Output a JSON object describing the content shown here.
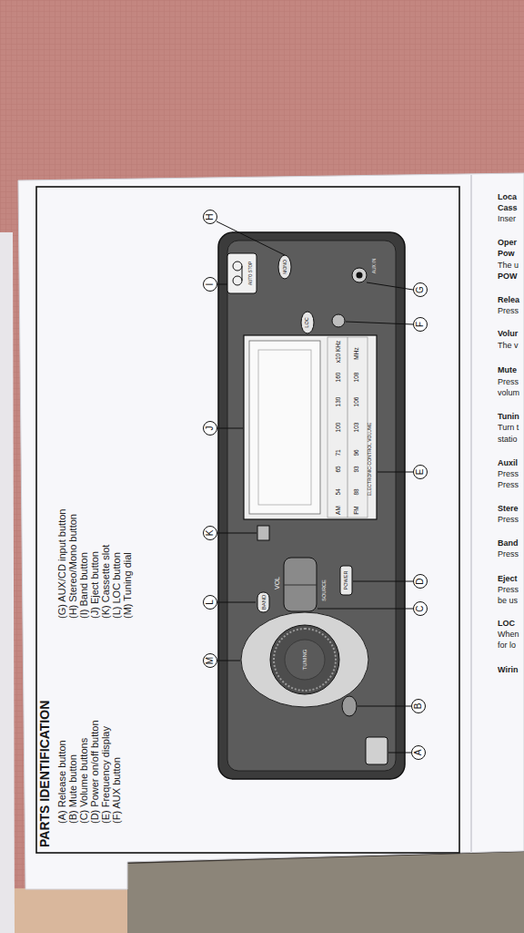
{
  "diagram": {
    "title": "PARTS IDENTIFICATION",
    "nodes": [
      {
        "text": [
          "A"
        ]
      },
      {
        "text": [
          "B"
        ]
      },
      {
        "text": [
          "C"
        ]
      },
      {
        "text": [
          "D"
        ]
      },
      {
        "text": [
          "E"
        ]
      },
      {
        "text": [
          "F"
        ]
      },
      {
        "text": [
          "G"
        ]
      },
      {
        "text": [
          "H"
        ]
      },
      {
        "text": [
          "I"
        ]
      },
      {
        "text": [
          "J"
        ]
      },
      {
        "text": [
          "K"
        ]
      },
      {
        "text": [
          "L"
        ]
      },
      {
        "text": [
          "M"
        ]
      }
    ],
    "labels": [
      "(A) Release button",
      "(B) Mute button",
      "(C) Volume buttons",
      "(D) Power on/off button",
      "(E) Frequency display",
      "(F) AUX button",
      "(G) AUX/CD input button",
      "(H) Stereo/Mono button",
      "(I) Band button",
      "(J) Eject button",
      "(K) Cassette slot",
      "(L) LOC button",
      "(M) Tuning dial",
      "TUNING",
      "BAND",
      "VOL",
      "SOURCE",
      "POWER",
      "AM",
      "54",
      "65",
      "71",
      "100",
      "130",
      "160",
      "x10 KHz",
      "FM",
      "88",
      "93",
      "96",
      "103",
      "106",
      "108",
      "MHz",
      "ELECTRONIC-CONTROL VOLUME",
      "LOC",
      "MONO",
      "AUTO STOP",
      "AUX IN",
      "Loca",
      "Cass",
      "Inser",
      "Oper",
      "Pow",
      "The u",
      "POW",
      "Relea",
      "Press",
      "Volur",
      "The v",
      "Mute",
      "Press",
      "volum",
      "Tunin",
      "Turn t",
      "statio",
      "Auxil",
      "Press",
      "Press",
      "Stere",
      "Press",
      "Band",
      "Press",
      "Eject",
      "Press",
      "be us",
      "LOC",
      "When",
      "for lo",
      "Wirin"
    ]
  }
}
